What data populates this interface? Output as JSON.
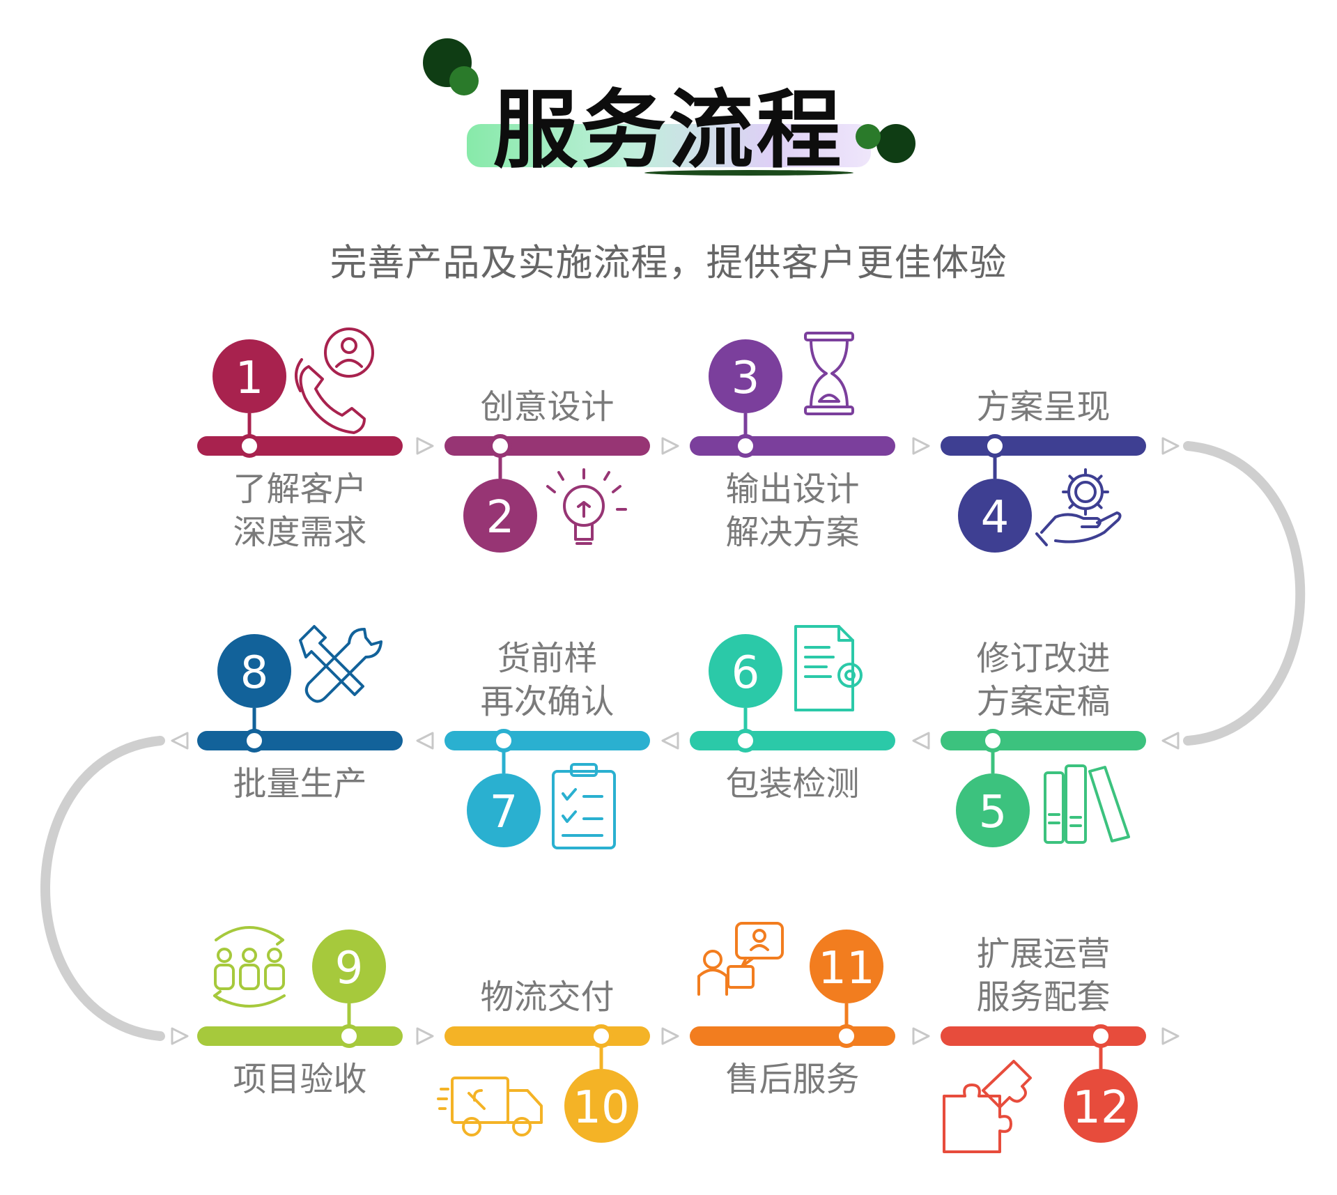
{
  "title": "服务流程",
  "subtitle": "完善产品及实施流程，提供客户更佳体验",
  "steps": [
    {
      "num": "1",
      "label": [
        "了解客户",
        "深度需求"
      ],
      "color": "#a8224e",
      "icon": "phone-support-icon"
    },
    {
      "num": "2",
      "label": [
        "创意设计"
      ],
      "color": "#973574",
      "icon": "lightbulb-icon"
    },
    {
      "num": "3",
      "label": [
        "输出设计",
        "解决方案"
      ],
      "color": "#7b3f9c",
      "icon": "hourglass-icon"
    },
    {
      "num": "4",
      "label": [
        "方案呈现"
      ],
      "color": "#3e3f92",
      "icon": "hand-gear-icon"
    },
    {
      "num": "5",
      "label": [
        "修订改进",
        "方案定稿"
      ],
      "color": "#3cc27e",
      "icon": "binders-icon"
    },
    {
      "num": "6",
      "label": [
        "包装检测"
      ],
      "color": "#2bc9a8",
      "icon": "document-gear-icon"
    },
    {
      "num": "7",
      "label": [
        "货前样",
        "再次确认"
      ],
      "color": "#2ab0d0",
      "icon": "clipboard-checklist-icon"
    },
    {
      "num": "8",
      "label": [
        "批量生产"
      ],
      "color": "#12629a",
      "icon": "hammer-wrench-icon"
    },
    {
      "num": "9",
      "label": [
        "项目验收"
      ],
      "color": "#a6c93c",
      "icon": "team-cycle-icon"
    },
    {
      "num": "10",
      "label": [
        "物流交付"
      ],
      "color": "#f4b326",
      "icon": "delivery-truck-icon"
    },
    {
      "num": "11",
      "label": [
        "售后服务"
      ],
      "color": "#f27d1f",
      "icon": "customer-chat-icon"
    },
    {
      "num": "12",
      "label": [
        "扩展运营",
        "服务配套"
      ],
      "color": "#e74c3c",
      "icon": "puzzle-icon"
    }
  ],
  "colors": {
    "connector": "#cfcfcf",
    "arrow": "#c8c8c8",
    "label_text": "#7a7a7a",
    "title_dots": "#1e5c1e"
  }
}
